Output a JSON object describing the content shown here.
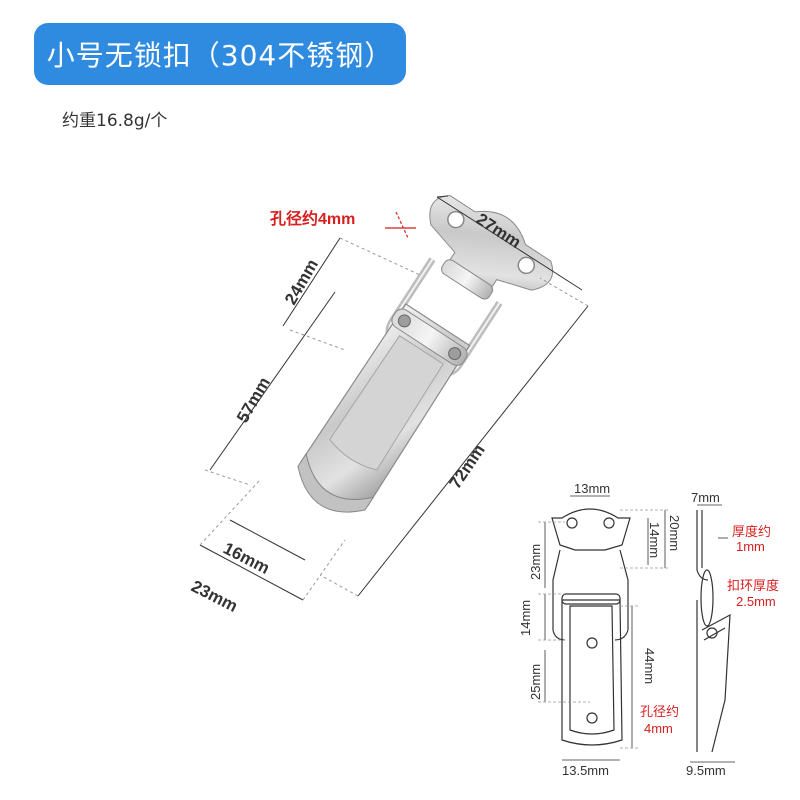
{
  "product": {
    "title": "小号无锁扣（304不锈钢）",
    "weight": "约重16.8g/个"
  },
  "photo_dims": {
    "hole": "孔径约4mm",
    "plate_width": "27mm",
    "upper_length": "24mm",
    "body_length": "57mm",
    "total_length": "72mm",
    "body_width": "16mm",
    "outer_width": "23mm"
  },
  "drawing_dims": {
    "top_width": "13mm",
    "plate_height": "20mm",
    "inner_height": "14mm",
    "upper_height": "23mm",
    "mid_height": "14mm",
    "lower_height": "25mm",
    "body_height": "44mm",
    "hole_label_1": "孔径约",
    "hole_label_2": "4mm",
    "base_width": "13.5mm",
    "side_top": "7mm",
    "thickness_label_1": "厚度约",
    "thickness_label_2": "1mm",
    "ring_label_1": "扣环厚度",
    "ring_label_2": "2.5mm",
    "side_base": "9.5mm"
  },
  "colors": {
    "title_bg": "#2f8be0",
    "red_text": "#d81e1e"
  }
}
